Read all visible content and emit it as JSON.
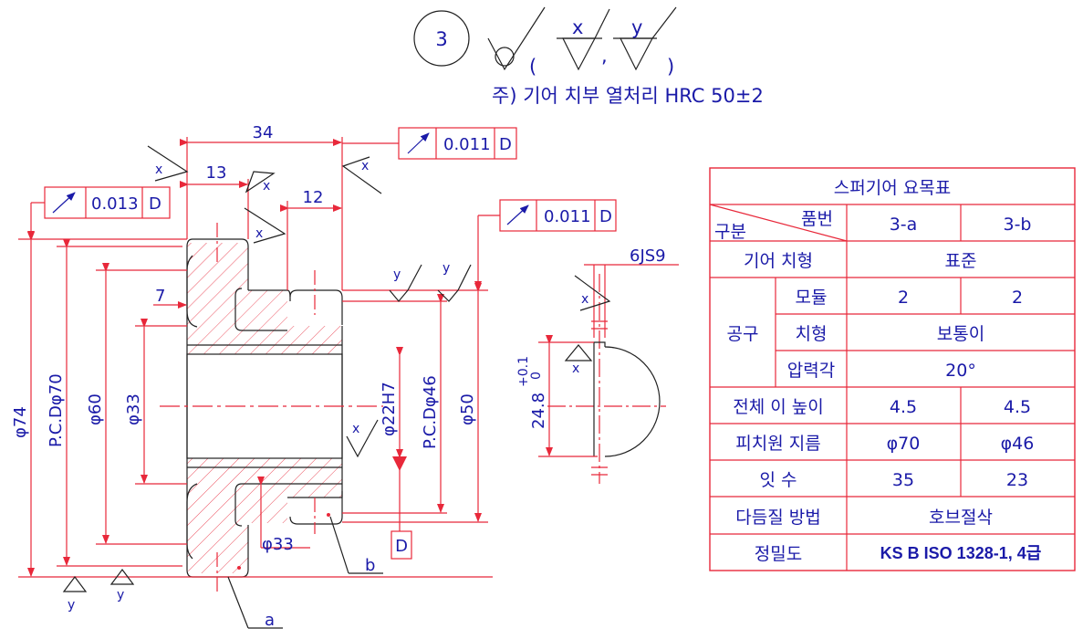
{
  "header": {
    "part_number": "3",
    "roughness_x": "x",
    "roughness_y": "y",
    "paren_open": "(",
    "paren_close": ")",
    "comma": ",",
    "note": "주) 기어 치부 열처리 HRC 50±2"
  },
  "dimensions": {
    "d34": "34",
    "d13": "13",
    "d12": "12",
    "d7": "7",
    "phi74": "φ74",
    "pcd70": "P.C.Dφ70",
    "phi60": "φ60",
    "phi33_left": "φ33",
    "phi22h7": "φ22H7",
    "pcd46": "P.C.Dφ46",
    "phi50": "φ50",
    "phi33_bottom": "φ33",
    "keyway_width": "6JS9",
    "keyway_depth": "24.8",
    "keyway_tol_upper": "+0.1",
    "keyway_tol_lower": "0"
  },
  "tolerance_frames": [
    {
      "value": "0.011",
      "datum": "D"
    },
    {
      "value": "0.013",
      "datum": "D"
    },
    {
      "value": "0.011",
      "datum": "D"
    }
  ],
  "symbols": {
    "datum": "D",
    "x": "x",
    "y": "y",
    "leader_a": "a",
    "leader_b": "b"
  },
  "table": {
    "title": "스퍼기어 요목표",
    "header_left_lower": "구분",
    "header_left_upper": "품번",
    "col_a": "3-a",
    "col_b": "3-b",
    "rows": {
      "profile_label": "기어 치형",
      "profile_value": "표준",
      "tool_group": "공구",
      "module_label": "모듈",
      "module_a": "2",
      "module_b": "2",
      "tooth_form_label": "치형",
      "tooth_form_value": "보통이",
      "pressure_label": "압력각",
      "pressure_value": "20°",
      "depth_label": "전체 이 높이",
      "depth_a": "4.5",
      "depth_b": "4.5",
      "pitch_label": "피치원 지름",
      "pitch_a": "φ70",
      "pitch_b": "φ46",
      "teeth_label": "잇 수",
      "teeth_a": "35",
      "teeth_b": "23",
      "finish_label": "다듬질 방법",
      "finish_value": "호브절삭",
      "precision_label": "정밀도",
      "precision_value": "KS B ISO 1328-1, 4급"
    }
  }
}
